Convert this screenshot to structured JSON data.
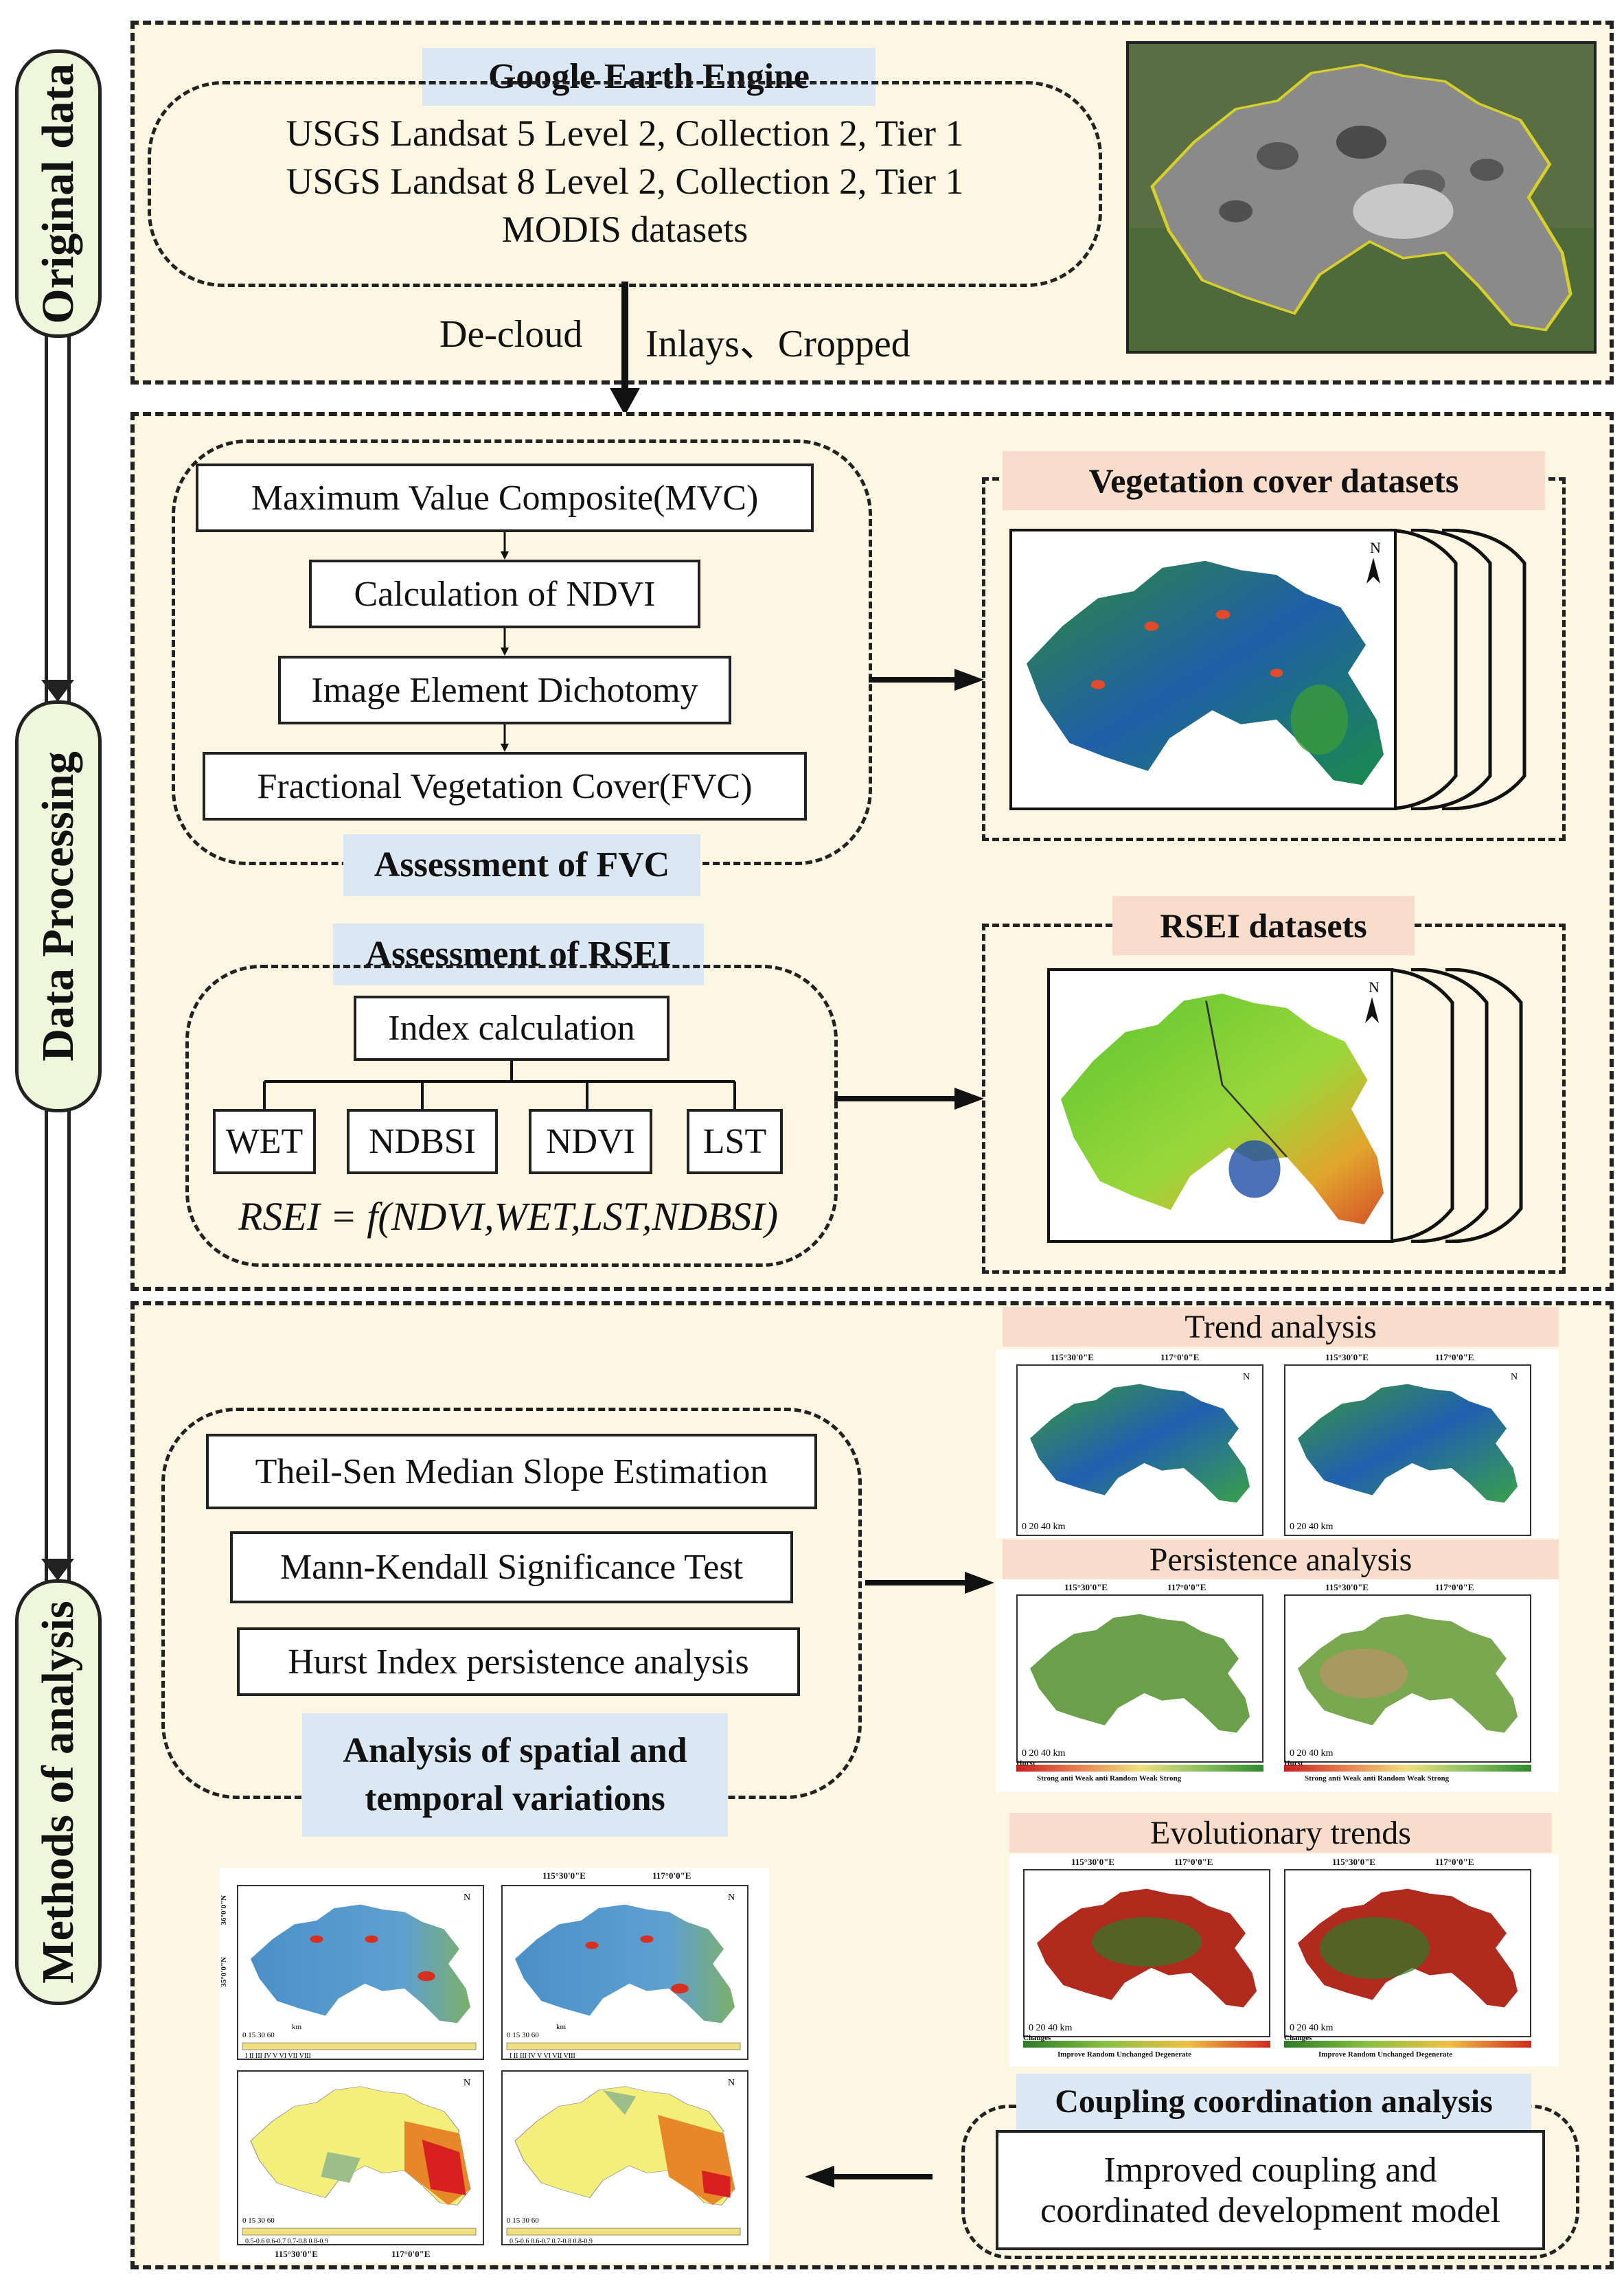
{
  "sections": {
    "original": "Original data",
    "processing": "Data Processing",
    "analysis": "Methods of analysis"
  },
  "original": {
    "gee_title": "Google Earth Engine",
    "datasets": [
      "USGS Landsat 5 Level 2, Collection 2, Tier 1",
      "USGS Landsat 8 Level 2, Collection 2, Tier 1",
      "MODIS datasets"
    ],
    "steps": [
      "De-cloud",
      "Inlays、Cropped"
    ]
  },
  "fvc": {
    "steps": [
      "Maximum Value Composite(MVC)",
      "Calculation of NDVI",
      "Image Element Dichotomy",
      "Fractional Vegetation Cover(FVC)"
    ],
    "title": "Assessment of FVC",
    "dataset_title": "Vegetation cover datasets"
  },
  "rsei": {
    "title": "Assessment of RSEI",
    "index_box": "Index calculation",
    "indices": [
      "WET",
      "NDBSI",
      "NDVI",
      "LST"
    ],
    "formula": "RSEI = f(NDVI,WET,LST,NDBSI)",
    "dataset_title": "RSEI datasets"
  },
  "analysis": {
    "methods": [
      "Theil-Sen Median Slope Estimation",
      "Mann-Kendall Significance Test",
      "Hurst Index persistence analysis"
    ],
    "title_line1": "Analysis of spatial and",
    "title_line2": "temporal variations",
    "trend_title": "Trend analysis",
    "persistence_title": "Persistence analysis",
    "evolution_title": "Evolutionary trends",
    "coupling_title": "Coupling coordination analysis",
    "coupling_line1": "Improved coupling and",
    "coupling_line2": "coordinated development model",
    "lon1": "115°30'0\"E",
    "lon2": "117°0'0\"E",
    "lat": "35°0'0\"N",
    "lat2": "36°0'0\"N",
    "scale": "0  20 40 km",
    "scale2": "0  15 30     60",
    "scale_unit": "km",
    "north": "N",
    "hurst_label": "Hurst",
    "hurst_legend": "Strong anti  Weak anti  Random  Weak    Strong",
    "changes_label": "Changes",
    "changes_legend": "Improve   Random  Unchanged Degenerate",
    "class_legend": "I    II    III    IV    V    VI    VII   VIII",
    "ccd_legend": "0.5-0.6   0.6-0.7   0.7-0.8   0.8-0.9"
  }
}
